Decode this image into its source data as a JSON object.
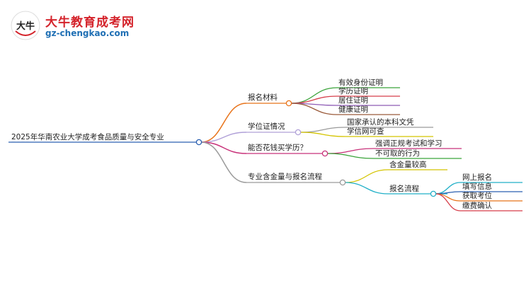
{
  "logo": {
    "badge_text": "大牛",
    "brand": "大牛教育成考网",
    "url": "gz-chengkao.com"
  },
  "mindmap": {
    "root": "2025年华南农业大学成考食品质量与安全专业",
    "branches": [
      {
        "label": "报名材料",
        "color": "#e8731a",
        "children": [
          {
            "label": "有效身份证明",
            "color": "#3aa33a"
          },
          {
            "label": "学历证明",
            "color": "#d63e4a"
          },
          {
            "label": "居住证明",
            "color": "#8e5bb5"
          },
          {
            "label": "健康证明",
            "color": "#9a5a3a"
          }
        ]
      },
      {
        "label": "学位证情况",
        "color": "#b0a0d8",
        "children": [
          {
            "label": "国家承认的本科文凭",
            "color": "#9a9a9a"
          },
          {
            "label": "学信网可查",
            "color": "#d4c400"
          }
        ]
      },
      {
        "label": "能否花钱买学历？",
        "color": "#c8327a",
        "children": [
          {
            "label": "强调正规考试和学习",
            "color": "#c8327a"
          },
          {
            "label": "不可取的行为",
            "color": "#3aa33a"
          }
        ]
      },
      {
        "label": "专业含金量与报名流程",
        "color": "#9a9a9a",
        "children": [
          {
            "label": "含金量较高",
            "color": "#d4c400"
          },
          {
            "label": "报名流程",
            "color": "#22b0c8",
            "children": [
              {
                "label": "网上报名",
                "color": "#22b0c8"
              },
              {
                "label": "填写信息",
                "color": "#2a5fb0"
              },
              {
                "label": "获取考位",
                "color": "#e8731a"
              },
              {
                "label": "缴费确认",
                "color": "#d63e4a"
              }
            ]
          }
        ]
      }
    ]
  }
}
